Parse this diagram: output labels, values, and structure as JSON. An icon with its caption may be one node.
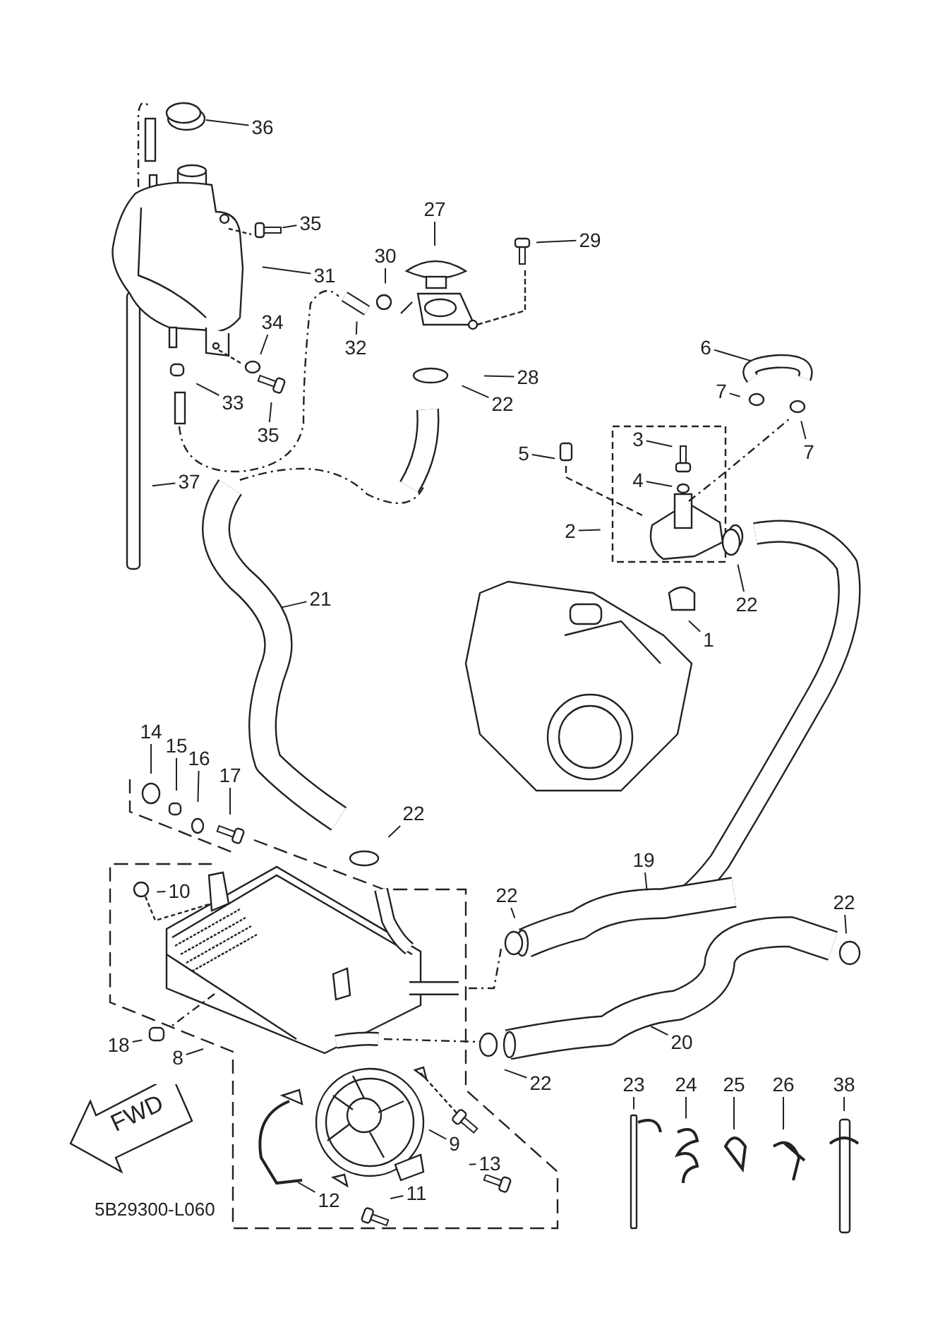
{
  "diagram": {
    "nodes": [
      {
        "text": [
          "36"
        ]
      },
      {
        "text": [
          "35"
        ]
      },
      {
        "text": [
          "27"
        ]
      },
      {
        "text": [
          "29"
        ]
      },
      {
        "text": [
          "30"
        ]
      },
      {
        "text": [
          "31"
        ]
      },
      {
        "text": [
          "6"
        ]
      },
      {
        "text": [
          "32"
        ]
      },
      {
        "text": [
          "28"
        ]
      },
      {
        "text": [
          "34"
        ]
      },
      {
        "text": [
          "22"
        ]
      },
      {
        "text": [
          "7"
        ]
      },
      {
        "text": [
          "33"
        ]
      },
      {
        "text": [
          "35"
        ]
      },
      {
        "text": [
          "3"
        ]
      },
      {
        "text": [
          "7"
        ]
      },
      {
        "text": [
          "5"
        ]
      },
      {
        "text": [
          "4"
        ]
      },
      {
        "text": [
          "37"
        ]
      },
      {
        "text": [
          "2"
        ]
      },
      {
        "text": [
          "22"
        ]
      },
      {
        "text": [
          "21"
        ]
      },
      {
        "text": [
          "1"
        ]
      },
      {
        "text": [
          "14"
        ]
      },
      {
        "text": [
          "15"
        ]
      },
      {
        "text": [
          "16"
        ]
      },
      {
        "text": [
          "17"
        ]
      },
      {
        "text": [
          "22"
        ]
      },
      {
        "text": [
          "19"
        ]
      },
      {
        "text": [
          "10"
        ]
      },
      {
        "text": [
          "22"
        ]
      },
      {
        "text": [
          "22"
        ]
      },
      {
        "text": [
          "18"
        ]
      },
      {
        "text": [
          "8"
        ]
      },
      {
        "text": [
          "20"
        ]
      },
      {
        "text": [
          "22"
        ]
      },
      {
        "text": [
          "23"
        ]
      },
      {
        "text": [
          "24"
        ]
      },
      {
        "text": [
          "25"
        ]
      },
      {
        "text": [
          "26"
        ]
      },
      {
        "text": [
          "38"
        ]
      },
      {
        "text": [
          "9"
        ]
      },
      {
        "text": [
          "13"
        ]
      },
      {
        "text": [
          "11"
        ]
      },
      {
        "text": [
          "12"
        ]
      },
      {
        "text": [
          "FWD"
        ]
      }
    ],
    "edges": [
      {
        "from": 0,
        "to": null,
        "arrow": "none"
      },
      {
        "from": 1,
        "to": null,
        "arrow": "none"
      },
      {
        "from": 2,
        "to": null,
        "arrow": "none"
      },
      {
        "from": 3,
        "to": null,
        "arrow": "none"
      },
      {
        "from": 4,
        "to": null,
        "arrow": "none"
      },
      {
        "from": 5,
        "to": null,
        "arrow": "none"
      },
      {
        "from": 6,
        "to": null,
        "arrow": "none"
      },
      {
        "from": 7,
        "to": null,
        "arrow": "none"
      },
      {
        "from": 8,
        "to": null,
        "arrow": "none"
      },
      {
        "from": 9,
        "to": null,
        "arrow": "none"
      },
      {
        "from": 10,
        "to": null,
        "arrow": "none"
      },
      {
        "from": 11,
        "to": null,
        "arrow": "none"
      },
      {
        "from": 12,
        "to": null,
        "arrow": "none"
      },
      {
        "from": 13,
        "to": null,
        "arrow": "none"
      },
      {
        "from": 14,
        "to": null,
        "arrow": "none"
      },
      {
        "from": 15,
        "to": null,
        "arrow": "none"
      },
      {
        "from": 16,
        "to": null,
        "arrow": "none"
      },
      {
        "from": 17,
        "to": null,
        "arrow": "none"
      },
      {
        "from": 18,
        "to": null,
        "arrow": "none"
      },
      {
        "from": 19,
        "to": null,
        "arrow": "none"
      },
      {
        "from": 20,
        "to": null,
        "arrow": "none"
      },
      {
        "from": 21,
        "to": null,
        "arrow": "none"
      },
      {
        "from": 22,
        "to": null,
        "arrow": "none"
      },
      {
        "from": 23,
        "to": null,
        "arrow": "none"
      },
      {
        "from": 24,
        "to": null,
        "arrow": "none"
      },
      {
        "from": 25,
        "to": null,
        "arrow": "none"
      },
      {
        "from": 26,
        "to": null,
        "arrow": "none"
      },
      {
        "from": 27,
        "to": null,
        "arrow": "none"
      },
      {
        "from": 28,
        "to": null,
        "arrow": "none"
      },
      {
        "from": 29,
        "to": null,
        "arrow": "none"
      },
      {
        "from": 30,
        "to": null,
        "arrow": "none"
      },
      {
        "from": 31,
        "to": null,
        "arrow": "none"
      },
      {
        "from": 32,
        "to": null,
        "arrow": "none"
      },
      {
        "from": 33,
        "to": null,
        "arrow": "none"
      },
      {
        "from": 34,
        "to": null,
        "arrow": "none"
      },
      {
        "from": 35,
        "to": null,
        "arrow": "none"
      },
      {
        "from": 36,
        "to": null,
        "arrow": "none"
      },
      {
        "from": 37,
        "to": null,
        "arrow": "none"
      },
      {
        "from": 38,
        "to": null,
        "arrow": "none"
      },
      {
        "from": 39,
        "to": null,
        "arrow": "none"
      },
      {
        "from": 40,
        "to": null,
        "arrow": "none"
      },
      {
        "from": 41,
        "to": null,
        "arrow": "none"
      },
      {
        "from": 42,
        "to": null,
        "arrow": "none"
      },
      {
        "from": 43,
        "to": null,
        "arrow": "none"
      },
      {
        "from": 44,
        "to": null,
        "arrow": "none"
      }
    ],
    "labels": [
      "5B29300-L060"
    ]
  }
}
